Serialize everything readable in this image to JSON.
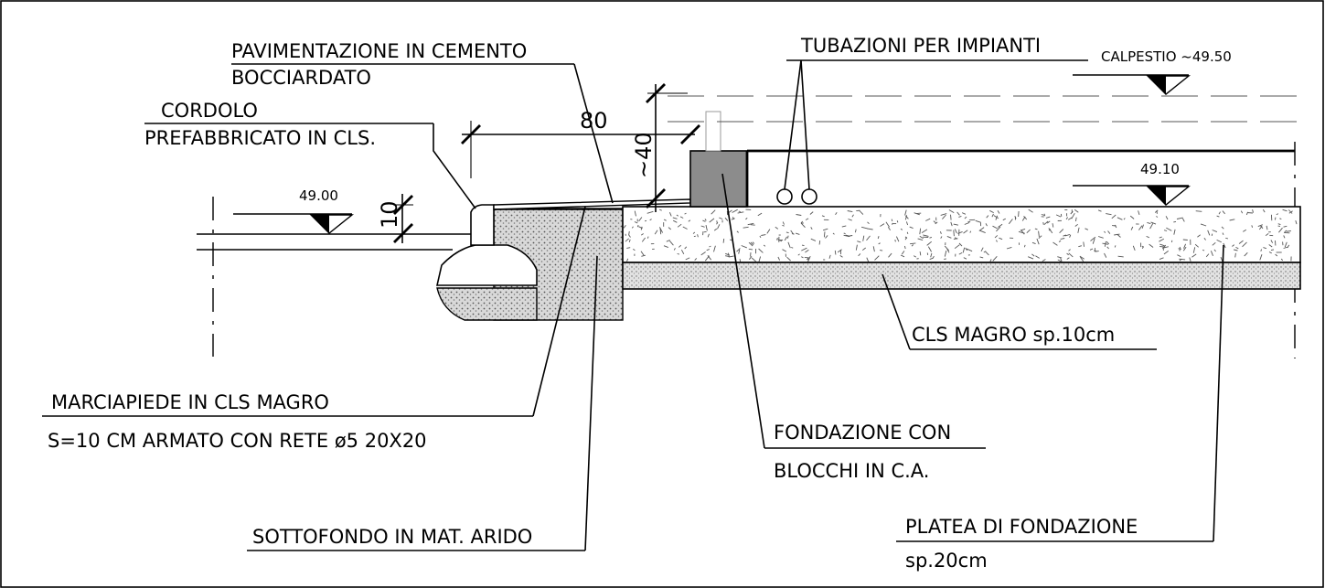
{
  "labels": {
    "pavimentazione_1": "PAVIMENTAZIONE IN CEMENTO",
    "pavimentazione_2": "BOCCIARDATO",
    "cordolo_1": "CORDOLO",
    "cordolo_2": "PREFABBRICATO IN CLS.",
    "tubazioni": "TUBAZIONI PER IMPIANTI",
    "calpestio": "CALPESTIO ~49.50",
    "level_4910": "49.10",
    "level_4900": "49.00",
    "dim_80": "80",
    "dim_40": "~40",
    "dim_10": "10",
    "cls_magro": "CLS MAGRO sp.10cm",
    "marciapiede_1": "MARCIAPIEDE IN CLS MAGRO",
    "marciapiede_2": "S=10 CM ARMATO CON RETE ø5 20X20",
    "fondazione_1": "FONDAZIONE CON",
    "fondazione_2": "BLOCCHI IN C.A.",
    "sottofondo": "SOTTOFONDO IN MAT. ARIDO",
    "platea_1": "PLATEA DI FONDAZIONE",
    "platea_2": "sp.20cm"
  },
  "colors": {
    "line": "#000000",
    "block_fill": "#8c8c8c",
    "concrete_speckle": "#555555",
    "gravel": "#b8b8b8",
    "background": "#ffffff"
  }
}
